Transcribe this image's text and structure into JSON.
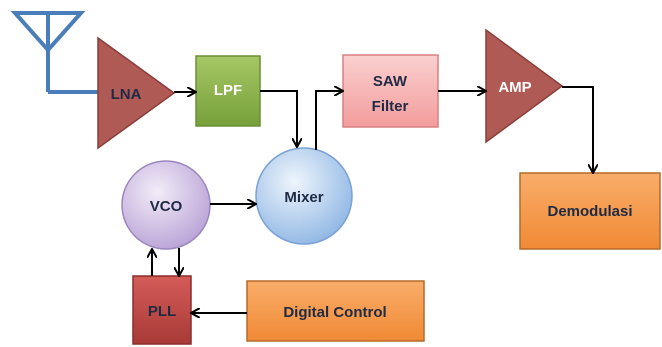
{
  "blocks": {
    "lna": "LNA",
    "lpf": "LPF",
    "saw_line1": "SAW",
    "saw_line2": "Filter",
    "amp": "AMP",
    "demodulasi": "Demodulasi",
    "vco": "VCO",
    "mixer": "Mixer",
    "pll": "PLL",
    "digital_control": "Digital Control"
  },
  "colors": {
    "antenna": "#4a7ebb",
    "triangle": "#b05a55",
    "lpf_fill": "#8cb048",
    "saw_fill": "#f4a9a9",
    "demod_fill": "#f79646",
    "vco_fill": "#c9b5e0",
    "mixer_fill": "#a8c8ec",
    "pll_fill": "#c0504d",
    "arrow": "#000000"
  }
}
